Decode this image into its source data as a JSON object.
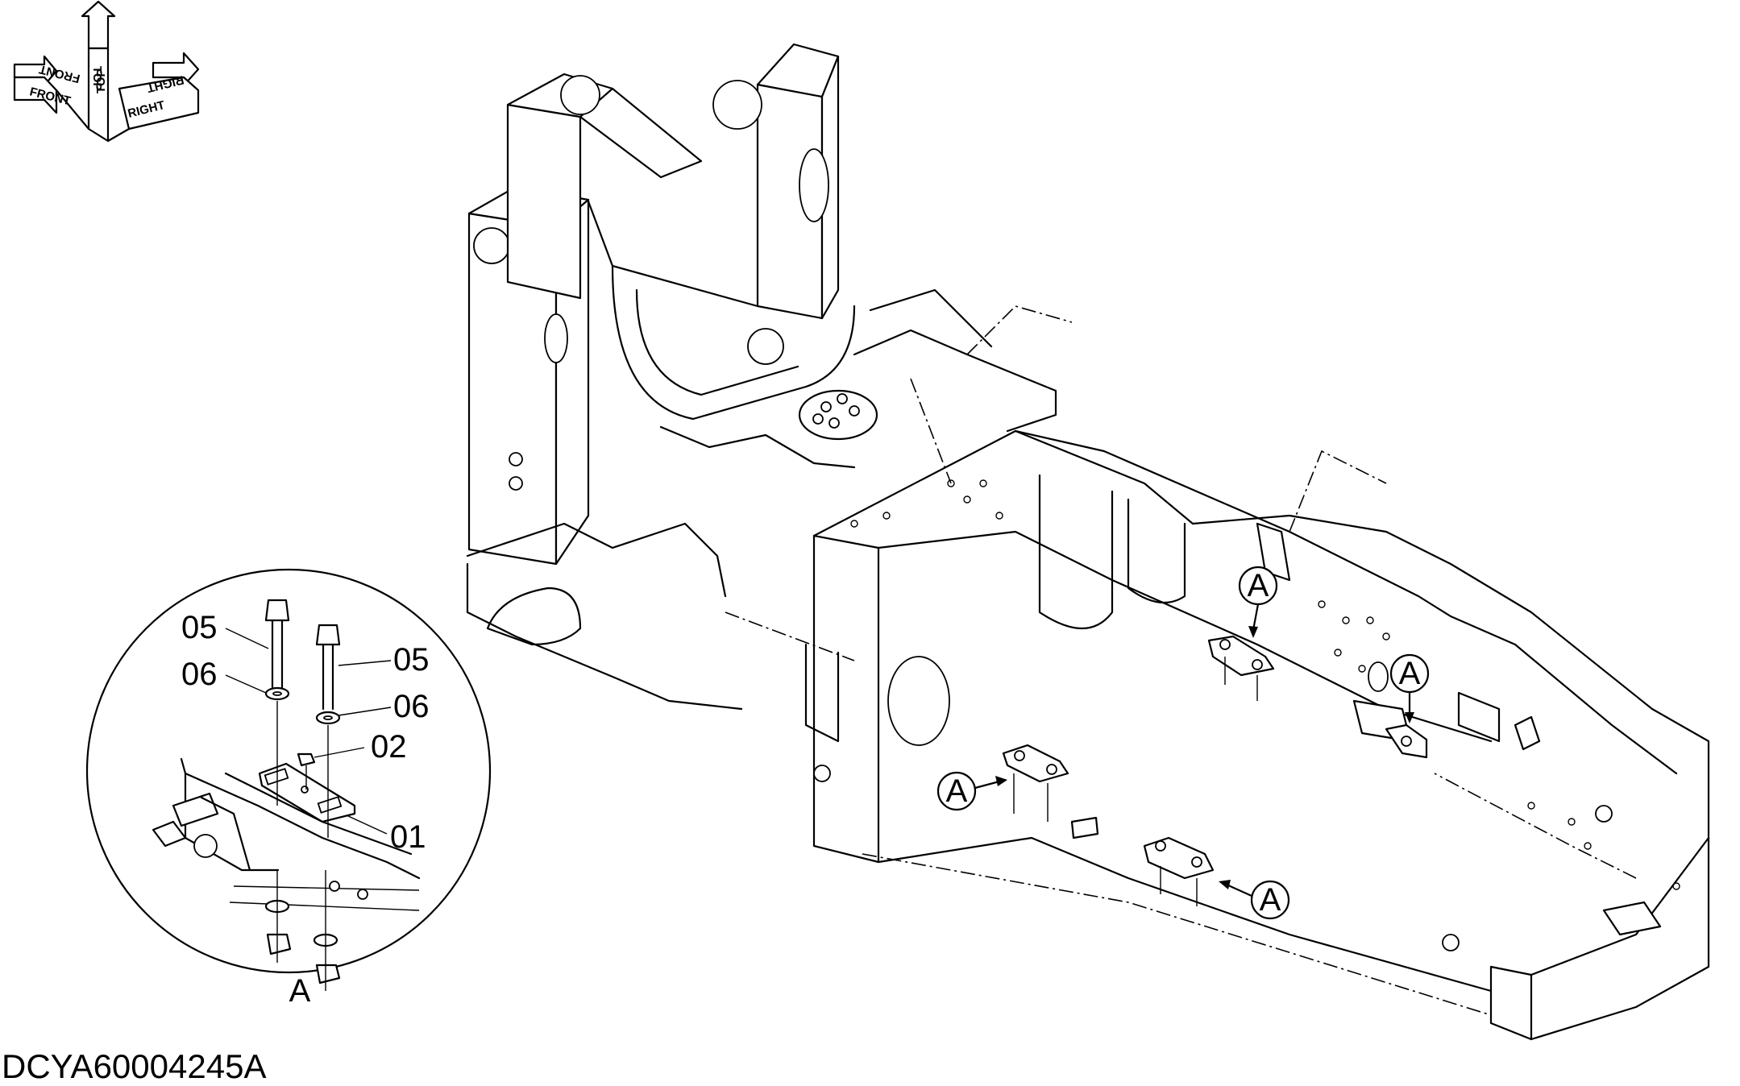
{
  "orientation": {
    "front": "FRONT",
    "top": "TOP",
    "right": "RIGHT"
  },
  "detail": {
    "label": "A",
    "callouts": {
      "c1": "05",
      "c2": "06",
      "c3": "05",
      "c4": "06",
      "c5": "02",
      "c6": "01"
    }
  },
  "markers": {
    "m1": "A",
    "m2": "A",
    "m3": "A",
    "m4": "A"
  },
  "drawing_code": "DCYA60004245A"
}
